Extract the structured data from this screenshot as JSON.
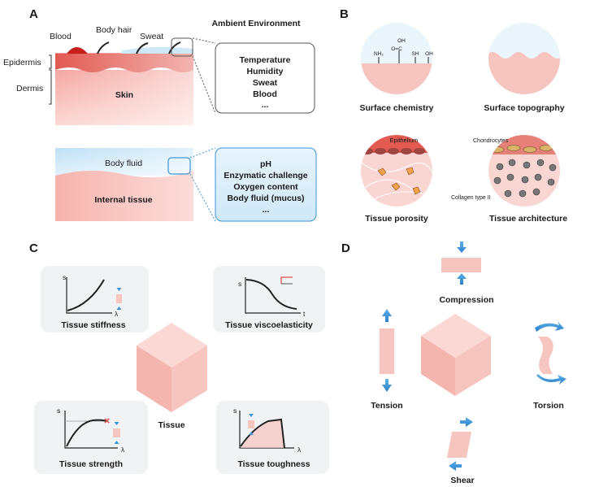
{
  "panel_a": {
    "label": "A",
    "skin": {
      "blood": "Blood",
      "body_hair": "Body hair",
      "sweat": "Sweat",
      "epidermis": "Epidermis",
      "dermis": "Dermis",
      "skin": "Skin"
    },
    "ambient_title": "Ambient Environment",
    "ambient_items": [
      "Temperature",
      "Humidity",
      "Sweat",
      "Blood",
      "..."
    ],
    "internal": {
      "body_fluid": "Body fluid",
      "internal_tissue": "Internal tissue"
    },
    "internal_items": [
      "pH",
      "Enzymatic challenge",
      "Oxygen content",
      "Body fluid (mucus)",
      "..."
    ]
  },
  "panel_b": {
    "label": "B",
    "chem_groups": [
      "NH₂",
      "OH",
      "O=C",
      "SH",
      "OH"
    ],
    "surface_chemistry": "Surface chemistry",
    "surface_topography": "Surface topography",
    "epithelium": "Epithelium",
    "tissue_porosity": "Tissue porosity",
    "chondrocytes": "Chondrocytes",
    "collagen": "Collagen type II",
    "tissue_architecture": "Tissue architecture"
  },
  "panel_c": {
    "label": "C",
    "center": "Tissue",
    "stiffness": {
      "title": "Tissue stiffness",
      "y": "s",
      "x": "λ"
    },
    "viscoelasticity": {
      "title": "Tissue viscoelasticity",
      "y": "s",
      "x": "t"
    },
    "strength": {
      "title": "Tissue strength",
      "y": "s",
      "x": "λ"
    },
    "toughness": {
      "title": "Tissue toughness",
      "y": "s",
      "x": "λ"
    }
  },
  "panel_d": {
    "label": "D",
    "compression": "Compression",
    "tension": "Tension",
    "torsion": "Torsion",
    "shear": "Shear"
  },
  "colors": {
    "tissue_pink": "#f7c5c0",
    "epidermis_red": "#e0564f",
    "fluid_blue": "#cfe8f7",
    "arrow_blue": "#3b95d8",
    "panel_gray": "#f1f2f3"
  }
}
